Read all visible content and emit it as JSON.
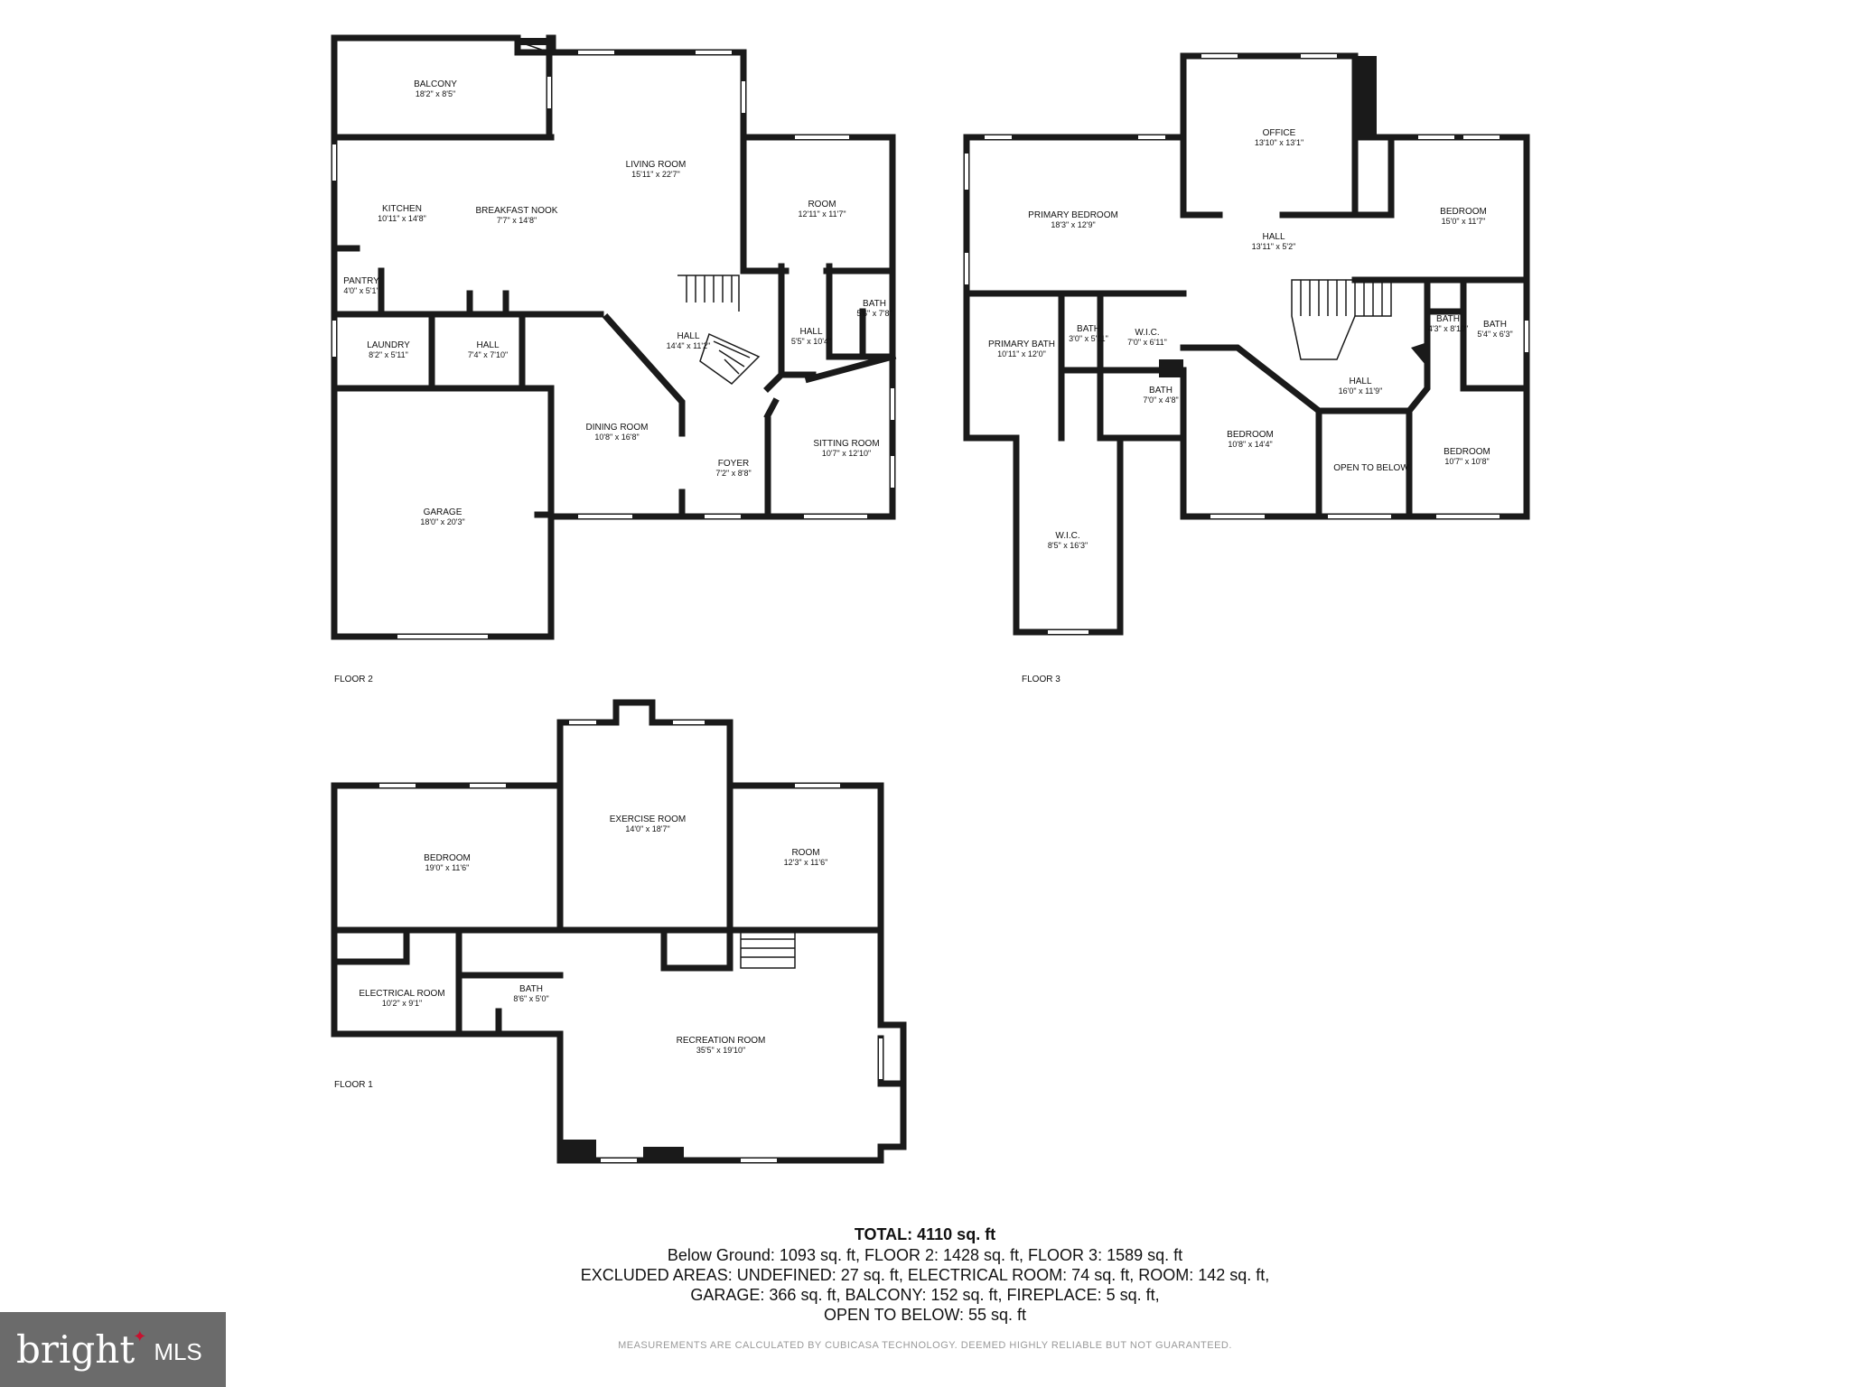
{
  "floors": [
    {
      "label": "FLOOR 2",
      "rooms": [
        {
          "name": "BALCONY",
          "dim": "18'2\" x 8'5\""
        },
        {
          "name": "LIVING ROOM",
          "dim": "15'11\" x 22'7\""
        },
        {
          "name": "KITCHEN",
          "dim": "10'11\" x 14'8\""
        },
        {
          "name": "BREAKFAST NOOK",
          "dim": "7'7\" x 14'8\""
        },
        {
          "name": "ROOM",
          "dim": "12'11\" x 11'7\""
        },
        {
          "name": "PANTRY",
          "dim": "4'0\" x 5'1\""
        },
        {
          "name": "BATH",
          "dim": "5'6\" x 7'8\""
        },
        {
          "name": "LAUNDRY",
          "dim": "8'2\" x 5'11\""
        },
        {
          "name": "HALL",
          "dim": "7'4\" x 7'10\""
        },
        {
          "name": "HALL",
          "dim": "14'4\" x 11'2\""
        },
        {
          "name": "HALL",
          "dim": "5'5\" x 10'4\""
        },
        {
          "name": "DINING ROOM",
          "dim": "10'8\" x 16'8\""
        },
        {
          "name": "SITTING ROOM",
          "dim": "10'7\" x 12'10\""
        },
        {
          "name": "FOYER",
          "dim": "7'2\" x 8'8\""
        },
        {
          "name": "GARAGE",
          "dim": "18'0\" x 20'3\""
        }
      ]
    },
    {
      "label": "FLOOR 3",
      "rooms": [
        {
          "name": "OFFICE",
          "dim": "13'10\" x 13'1\""
        },
        {
          "name": "PRIMARY BEDROOM",
          "dim": "18'3\" x 12'9\""
        },
        {
          "name": "HALL",
          "dim": "13'11\" x 5'2\""
        },
        {
          "name": "BEDROOM",
          "dim": "15'0\" x 11'7\""
        },
        {
          "name": "PRIMARY BATH",
          "dim": "10'11\" x 12'0\""
        },
        {
          "name": "BATH",
          "dim": "3'0\" x 5'11\""
        },
        {
          "name": "W.I.C.",
          "dim": "7'0\" x 6'11\""
        },
        {
          "name": "BATH",
          "dim": "4'3\" x 8'10\""
        },
        {
          "name": "BATH",
          "dim": "5'4\" x 6'3\""
        },
        {
          "name": "BATH",
          "dim": "7'0\" x 4'8\""
        },
        {
          "name": "HALL",
          "dim": "16'0\" x 11'9\""
        },
        {
          "name": "BEDROOM",
          "dim": "10'8\" x 14'4\""
        },
        {
          "name": "OPEN TO BELOW",
          "dim": ""
        },
        {
          "name": "BEDROOM",
          "dim": "10'7\" x 10'8\""
        },
        {
          "name": "W.I.C.",
          "dim": "8'5\" x 16'3\""
        }
      ]
    },
    {
      "label": "FLOOR 1",
      "rooms": [
        {
          "name": "BEDROOM",
          "dim": "19'0\" x 11'6\""
        },
        {
          "name": "EXERCISE ROOM",
          "dim": "14'0\" x 18'7\""
        },
        {
          "name": "ROOM",
          "dim": "12'3\" x 11'6\""
        },
        {
          "name": "ELECTRICAL ROOM",
          "dim": "10'2\" x 9'1\""
        },
        {
          "name": "BATH",
          "dim": "8'6\" x 5'0\""
        },
        {
          "name": "RECREATION ROOM",
          "dim": "35'5\" x 19'10\""
        }
      ]
    }
  ],
  "summary": {
    "total": "TOTAL: 4110 sq. ft",
    "line1": "Below Ground: 1093 sq. ft, FLOOR 2: 1428 sq. ft, FLOOR 3: 1589 sq. ft",
    "line2": "EXCLUDED AREAS: UNDEFINED: 27 sq. ft, ELECTRICAL ROOM: 74 sq. ft, ROOM: 142 sq. ft,",
    "line3": "GARAGE: 366 sq. ft, BALCONY: 152 sq. ft, FIREPLACE: 5 sq. ft,",
    "line4": "OPEN TO BELOW: 55 sq. ft"
  },
  "disclaimer": "MEASUREMENTS ARE CALCULATED BY CUBICASA TECHNOLOGY. DEEMED HIGHLY RELIABLE BUT NOT GUARANTEED.",
  "logo": {
    "word": "bright",
    "suffix": "MLS",
    "accent_color": "#c8102e",
    "background": "#6b6b6b"
  }
}
